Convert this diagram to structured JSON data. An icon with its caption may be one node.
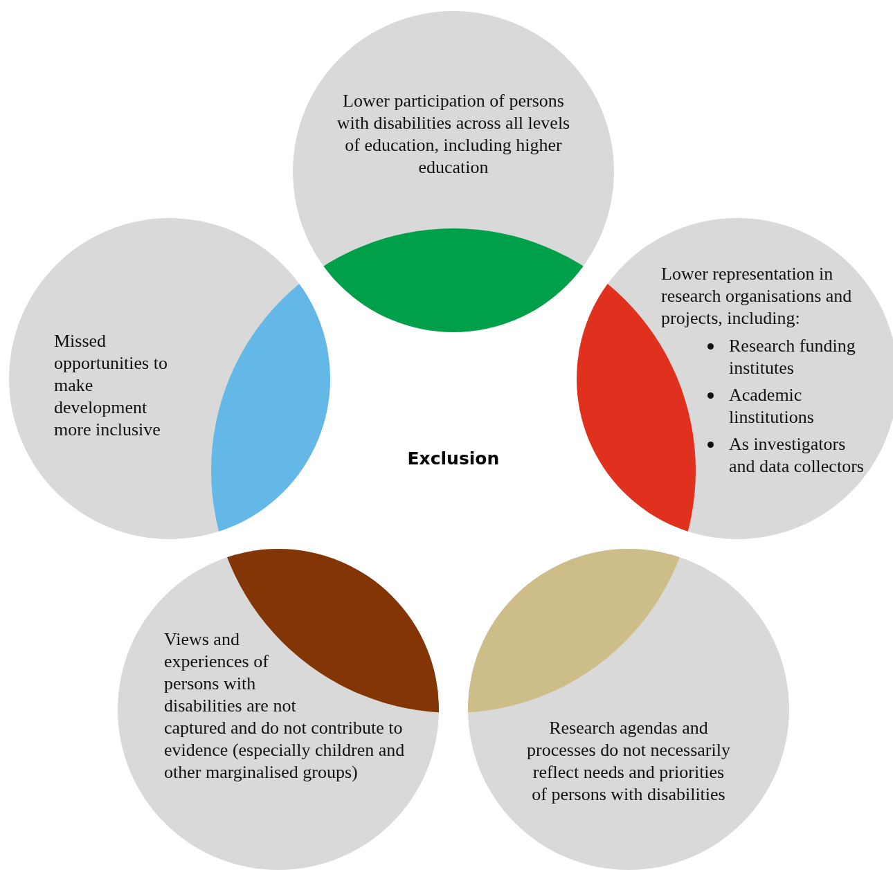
{
  "diagram": {
    "nodes": [
      {
        "text": [
          "Lower participation of persons with disabilities across all levels of education, including higher education"
        ]
      },
      {
        "text": [
          "Missed opportunities to make development more inclusive"
        ]
      },
      {
        "text": [
          "Exclusion"
        ]
      },
      {
        "text": [
          "Lower representation in research organisations and projects, including:",
          "Research funding institutes",
          "Academic linstitutions",
          "As investigators and data collectors"
        ]
      },
      {
        "text": [
          "Views and experiences of persons with disabilities are not captured and do not contribute to evidence (especially children and other marginalised groups)"
        ]
      },
      {
        "text": [
          "Research agendas and processes do not necessarily reflect needs and priorities of persons with disabilities"
        ]
      }
    ],
    "edges": []
  }
}
